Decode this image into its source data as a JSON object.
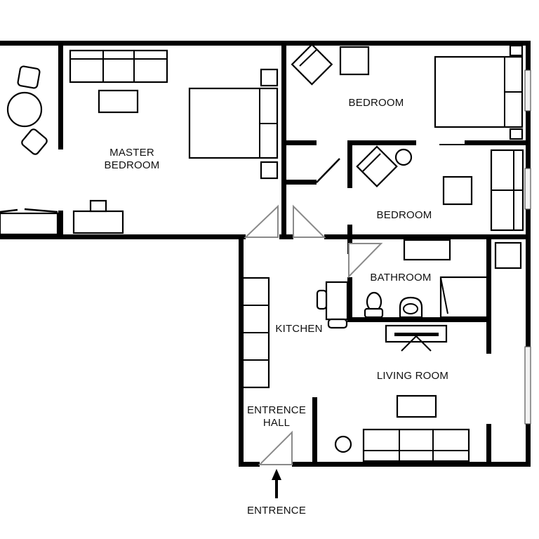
{
  "plan": {
    "rooms": [
      {
        "id": "master-bedroom",
        "label_line1": "MASTER",
        "label_line2": "BEDROOM"
      },
      {
        "id": "bedroom-1",
        "label": "BEDROOM"
      },
      {
        "id": "bedroom-2",
        "label": "BEDROOM"
      },
      {
        "id": "bathroom",
        "label": "BATHROOM"
      },
      {
        "id": "kitchen",
        "label": "KITCHEN"
      },
      {
        "id": "living-room",
        "label": "LIVING ROOM"
      },
      {
        "id": "entrance-hall",
        "label_line1": "ENTRENCE",
        "label_line2": "HALL"
      }
    ],
    "entrance": {
      "label": "ENTRENCE",
      "icon": "arrow-up-icon"
    },
    "colors": {
      "wall": "#000000",
      "door": "#8a8a8a",
      "background": "#ffffff"
    }
  }
}
